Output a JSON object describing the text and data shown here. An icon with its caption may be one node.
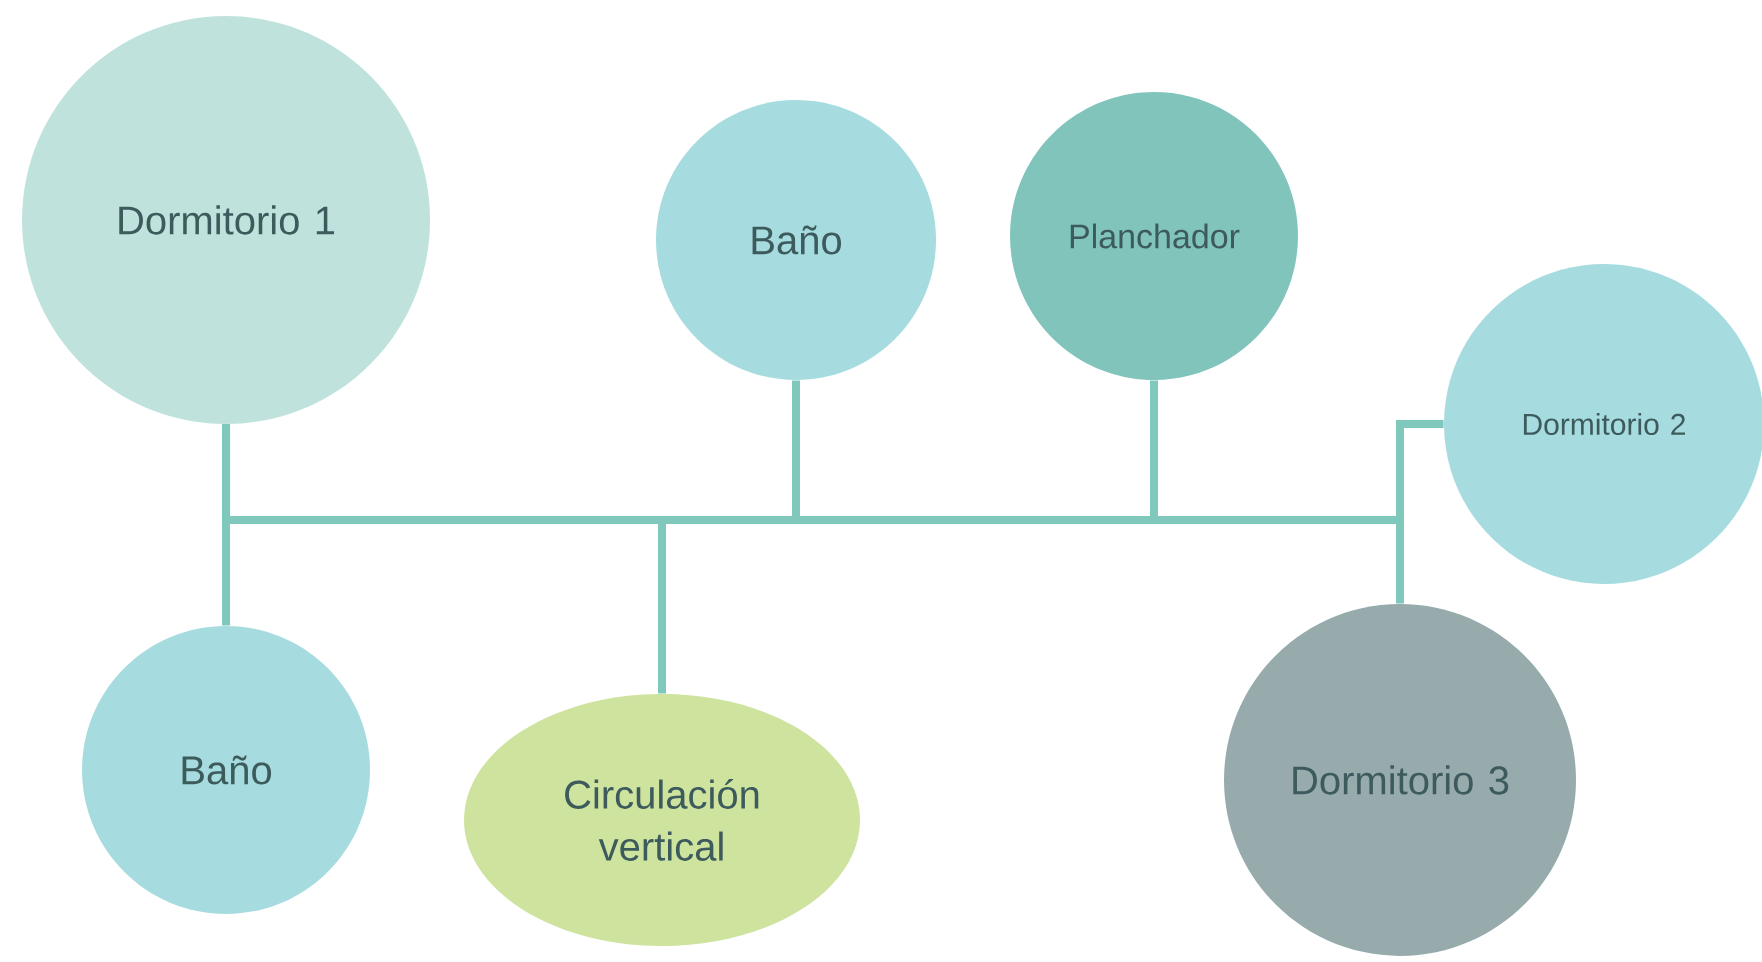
{
  "diagram": {
    "nodes": [
      {
        "text": [
          "Dormitorio 1"
        ]
      },
      {
        "text": [
          "Baño"
        ]
      },
      {
        "text": [
          "Planchador"
        ]
      },
      {
        "text": [
          "Dormitorio 2"
        ]
      },
      {
        "text": [
          "Baño"
        ]
      },
      {
        "text": [
          "Circulación vertical"
        ]
      },
      {
        "text": [
          "Dormitorio 3"
        ]
      }
    ],
    "edges": [
      {
        "from": 0,
        "to": 1,
        "arrow": "none"
      },
      {
        "from": 0,
        "to": 2,
        "arrow": "none"
      },
      {
        "from": 0,
        "to": 3,
        "arrow": "none"
      },
      {
        "from": 0,
        "to": 4,
        "arrow": "none"
      },
      {
        "from": 0,
        "to": 5,
        "arrow": "none"
      },
      {
        "from": 0,
        "to": 6,
        "arrow": "none"
      }
    ]
  }
}
